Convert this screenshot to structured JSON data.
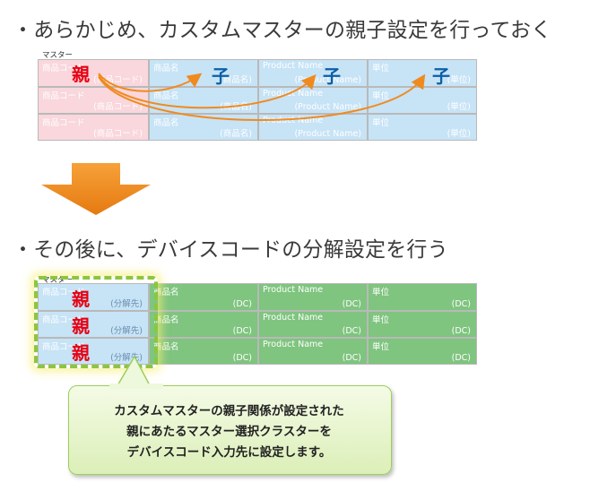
{
  "step1": {
    "heading": "・あらかじめ、カスタムマスターの親子設定を行っておく",
    "master_label": "マスター",
    "rows": [
      [
        "商品コード",
        "(商品コード)"
      ],
      [
        "商品コード",
        "(商品コード)"
      ],
      [
        "商品コード",
        "(商品コード)"
      ]
    ],
    "col_labels": [
      "商品コード",
      "商品名",
      "Product Name",
      "単位"
    ],
    "col_values": [
      "(商品コード)",
      "(商品名)",
      "(Product Name)",
      "(単位)"
    ],
    "parent_char": "親",
    "child_char": "子"
  },
  "step2": {
    "heading": "・その後に、デバイスコードの分解設定を行う",
    "master_label": "マスター",
    "col_labels": [
      "商品コード",
      "商品名",
      "Product Name",
      "単位"
    ],
    "first_col_value": "(分解先)",
    "other_value": "(DC)",
    "parent_char": "親"
  },
  "callout": {
    "lines": [
      "カスタムマスターの親子関係が設定された",
      "親にあたるマスター選択クラスターを",
      "デバイスコード入力先に設定します。"
    ]
  },
  "colors": {
    "pink": "#f9d7dd",
    "blue": "#c7e3f6",
    "green": "#7fc47f",
    "arrow_orange": "#f08a1e",
    "parent_red": "#e60012",
    "child_blue": "#0a5fa8",
    "dash_green": "#8cc63f"
  }
}
